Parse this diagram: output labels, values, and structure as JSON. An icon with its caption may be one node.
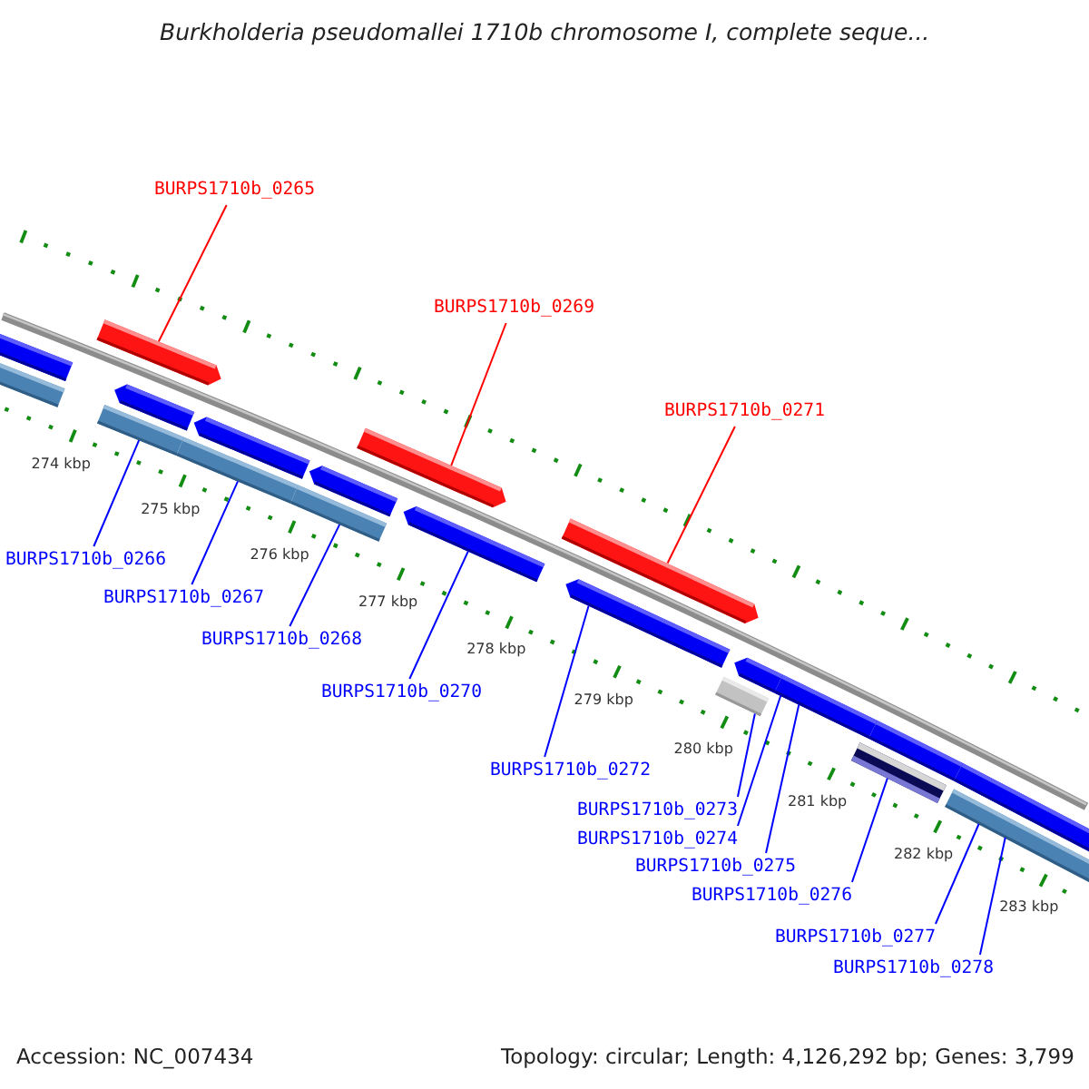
{
  "diagram": {
    "title": "Burkholderia pseudomallei 1710b chromosome I, complete seque...",
    "nodes": [
      {
        "text": [
          "BURPS1710b_0265"
        ]
      },
      {
        "text": [
          "BURPS1710b_0269"
        ]
      },
      {
        "text": [
          "BURPS1710b_0271"
        ]
      },
      {
        "text": [
          "BURPS1710b_0266"
        ]
      },
      {
        "text": [
          "BURPS1710b_0267"
        ]
      },
      {
        "text": [
          "BURPS1710b_0268"
        ]
      },
      {
        "text": [
          "BURPS1710b_0270"
        ]
      },
      {
        "text": [
          "BURPS1710b_0272"
        ]
      },
      {
        "text": [
          "BURPS1710b_0273"
        ]
      },
      {
        "text": [
          "BURPS1710b_0274"
        ]
      },
      {
        "text": [
          "BURPS1710b_0275"
        ]
      },
      {
        "text": [
          "BURPS1710b_0276"
        ]
      },
      {
        "text": [
          "BURPS1710b_0277"
        ]
      },
      {
        "text": [
          "BURPS1710b_0278"
        ]
      },
      {
        "text": [],
        "shape": "bar"
      },
      {
        "text": [],
        "shape": "bar"
      },
      {
        "text": [],
        "shape": "bar"
      },
      {
        "text": [],
        "shape": "bar"
      },
      {
        "text": [],
        "shape": "bar"
      },
      {
        "text": [],
        "shape": "bar"
      },
      {
        "text": [],
        "shape": "bar"
      },
      {
        "text": [],
        "shape": "bar"
      },
      {
        "text": [],
        "shape": "bar"
      },
      {
        "text": [],
        "shape": "bar"
      },
      {
        "text": [],
        "shape": "bar"
      },
      {
        "text": [],
        "shape": "bar"
      },
      {
        "text": [],
        "shape": "bar"
      },
      {
        "text": [],
        "shape": "bar"
      },
      {
        "text": [],
        "shape": "bar"
      },
      {
        "text": [],
        "shape": "bar"
      },
      {
        "text": [],
        "shape": "bar"
      },
      {
        "text": [],
        "shape": "bar"
      },
      {
        "text": [],
        "shape": "bar"
      },
      {
        "text": [],
        "shape": "bar"
      }
    ],
    "edges": [
      {
        "from": 0,
        "to": 16,
        "arrow": "none",
        "color": "#ff0000"
      },
      {
        "from": 1,
        "to": 23,
        "arrow": "none",
        "color": "#ff0000"
      },
      {
        "from": 2,
        "to": 25,
        "arrow": "none",
        "color": "#ff0000"
      },
      {
        "from": 3,
        "to": 17,
        "arrow": "none"
      },
      {
        "from": 4,
        "to": 19,
        "arrow": "none"
      },
      {
        "from": 5,
        "to": 21,
        "arrow": "none"
      },
      {
        "from": 6,
        "to": 24,
        "arrow": "none"
      },
      {
        "from": 7,
        "to": 26,
        "arrow": "none"
      },
      {
        "from": 8,
        "to": 27,
        "arrow": "none"
      },
      {
        "from": 9,
        "to": 29,
        "arrow": "none"
      },
      {
        "from": 10,
        "to": 29,
        "arrow": "none"
      },
      {
        "from": 11,
        "to": 30,
        "arrow": "none"
      },
      {
        "from": 12,
        "to": 33,
        "arrow": "none"
      },
      {
        "from": 13,
        "to": 33,
        "arrow": "none"
      }
    ],
    "labels": [
      "274 kbp",
      "275 kbp",
      "276 kbp",
      "277 kbp",
      "278 kbp",
      "279 kbp",
      "280 kbp",
      "281 kbp",
      "282 kbp",
      "283 kbp",
      "Accession: NC_007434",
      "Topology: circular; Length: 4,126,292 bp; Genes: 3,799"
    ]
  }
}
